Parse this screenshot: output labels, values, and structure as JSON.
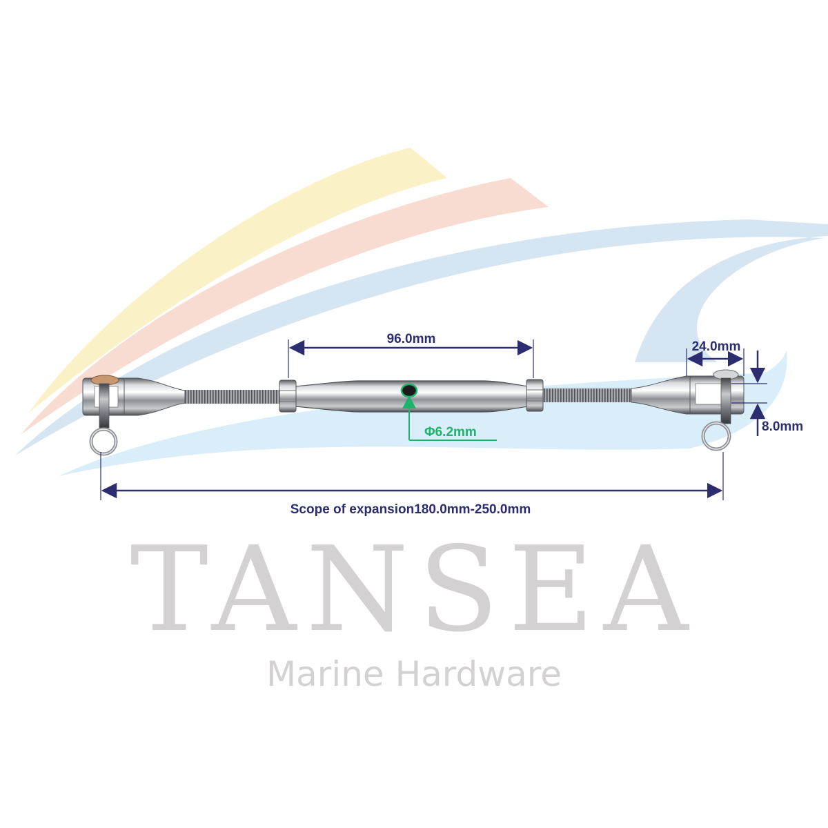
{
  "dimensions": {
    "body_length": "96.0mm",
    "jaw_width": "24.0mm",
    "pin_diameter": "8.0mm",
    "hole_diameter": "Φ6.2mm",
    "expansion_scope": "Scope of expansion180.0mm-250.0mm"
  },
  "brand": {
    "name": "TANSEA",
    "tagline": "Marine Hardware"
  },
  "colors": {
    "dimension": "#2b2d6e",
    "hole_marker": "#1db36a",
    "logo_text": "#d3d1d1",
    "swoosh_yellow": "#fbf1c7",
    "swoosh_pink": "#f8dcd2",
    "swoosh_blue": "#d6e5f2",
    "swoosh_cyan": "#d9eef8"
  },
  "product": "stainless-steel-turnbuckle-jaw-jaw"
}
